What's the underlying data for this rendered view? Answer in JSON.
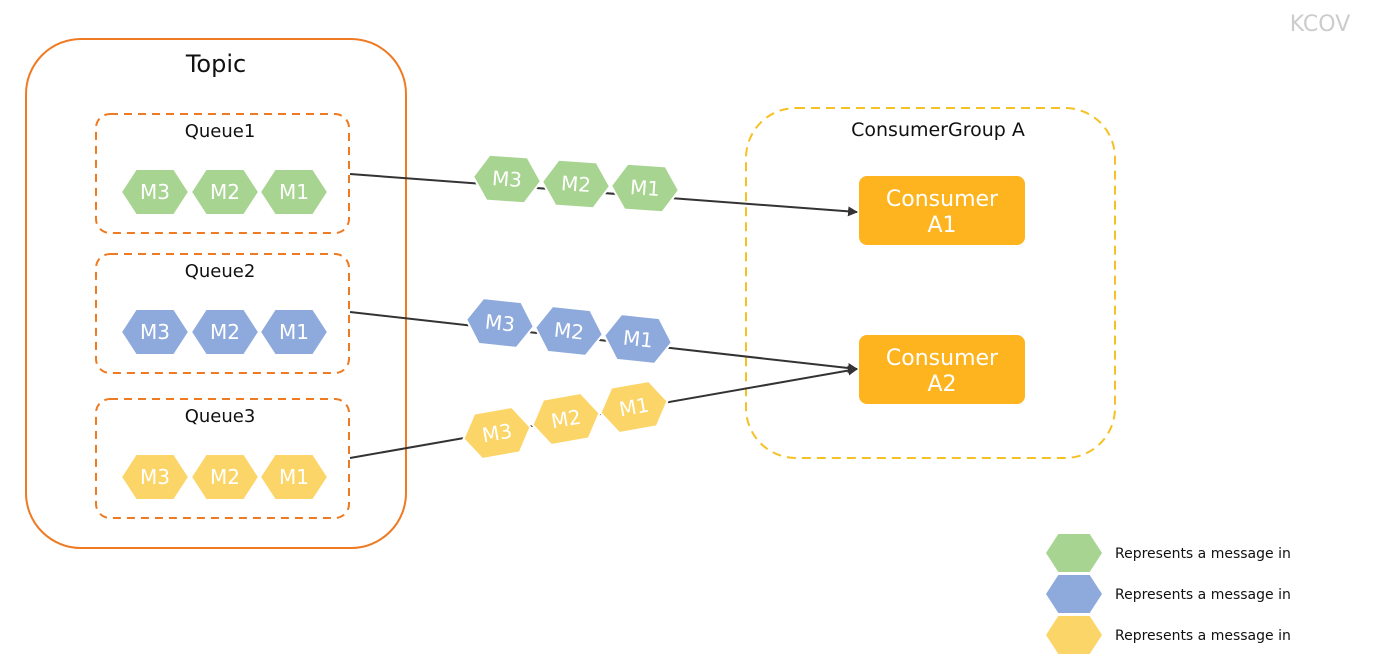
{
  "watermark_top": "KCOV",
  "topic": {
    "title": "Topic"
  },
  "queues": [
    {
      "label": "Queue1",
      "color": "#a8d492",
      "messages": [
        "M3",
        "M2",
        "M1"
      ]
    },
    {
      "label": "Queue2",
      "color": "#8eaadc",
      "messages": [
        "M3",
        "M2",
        "M1"
      ]
    },
    {
      "label": "Queue3",
      "color": "#fbd567",
      "messages": [
        "M3",
        "M2",
        "M1"
      ]
    }
  ],
  "consumer_group": {
    "title": "ConsumerGroup A",
    "consumers": [
      {
        "line1": "Consumer",
        "line2": "A1"
      },
      {
        "line1": "Consumer",
        "line2": "A2"
      }
    ],
    "consumer_color": "#fdb41f"
  },
  "flows": [
    {
      "color": "#a8d492",
      "messages": [
        "M3",
        "M2",
        "M1"
      ]
    },
    {
      "color": "#8eaadc",
      "messages": [
        "M3",
        "M2",
        "M1"
      ]
    },
    {
      "color": "#fbd567",
      "messages": [
        "M3",
        "M2",
        "M1"
      ]
    }
  ],
  "legend": [
    {
      "color": "#a8d492",
      "text": "Represents a message in"
    },
    {
      "color": "#8eaadc",
      "text": "Represents a message in"
    },
    {
      "color": "#fbd567",
      "text": "Represents a message in"
    }
  ],
  "colors": {
    "topic_border": "#ee7a22",
    "queue_border": "#ee7a22",
    "group_border": "#f5c125",
    "arrow": "#333333"
  }
}
